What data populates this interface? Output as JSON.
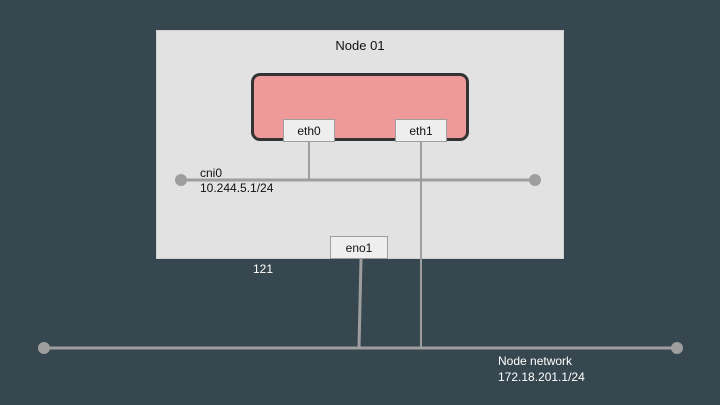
{
  "node": {
    "title": "Node 01"
  },
  "pod": {
    "interfaces": {
      "eth0": "eth0",
      "eth1": "eth1"
    }
  },
  "host_interface": {
    "label": "eno1"
  },
  "cni_bridge": {
    "name": "cni0",
    "cidr": "10.244.5.1/24"
  },
  "marker": {
    "text": "121"
  },
  "node_network": {
    "name": "Node network",
    "cidr": "172.18.201.1/24"
  },
  "colors": {
    "background": "#37474f",
    "node_box": "#e2e2e2",
    "pod_fill": "#ef9a9a",
    "pod_border": "#333333",
    "wire": "#9e9e9e"
  }
}
